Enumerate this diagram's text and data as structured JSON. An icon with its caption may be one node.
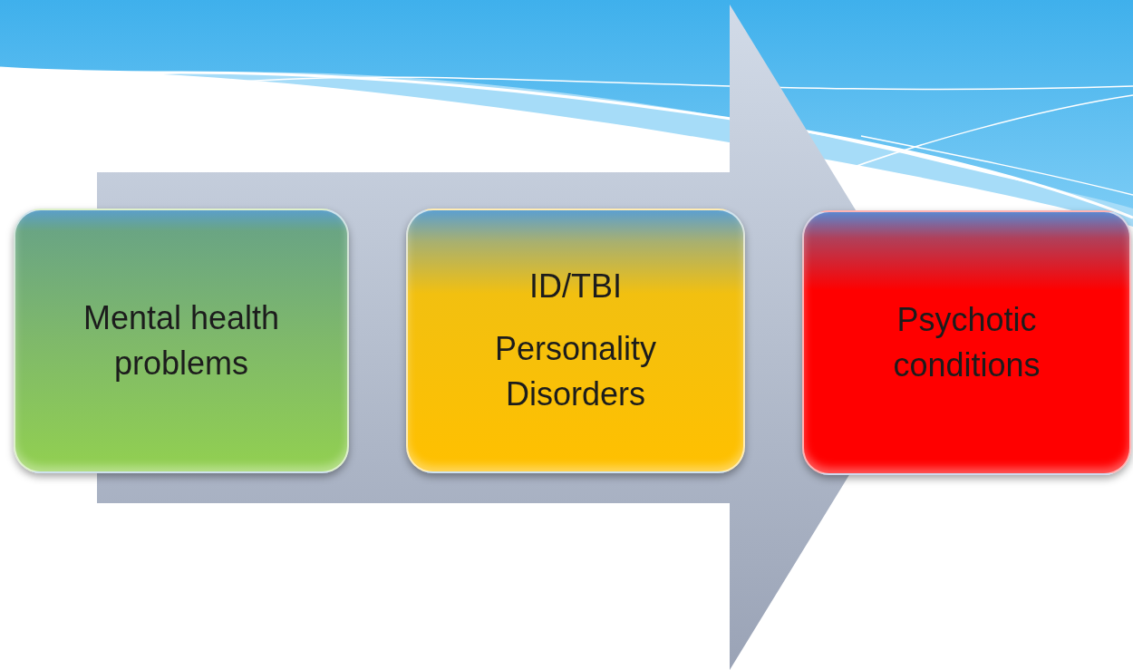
{
  "diagram": {
    "nodes": [
      {
        "text": [
          "Mental health problems"
        ]
      },
      {
        "text": [
          "ID/TBI",
          "Personality Disorders"
        ]
      },
      {
        "text": [
          "Psychotic conditions"
        ]
      }
    ],
    "edges": [
      {
        "from": 0,
        "to": 2,
        "arrow": "to"
      }
    ]
  }
}
